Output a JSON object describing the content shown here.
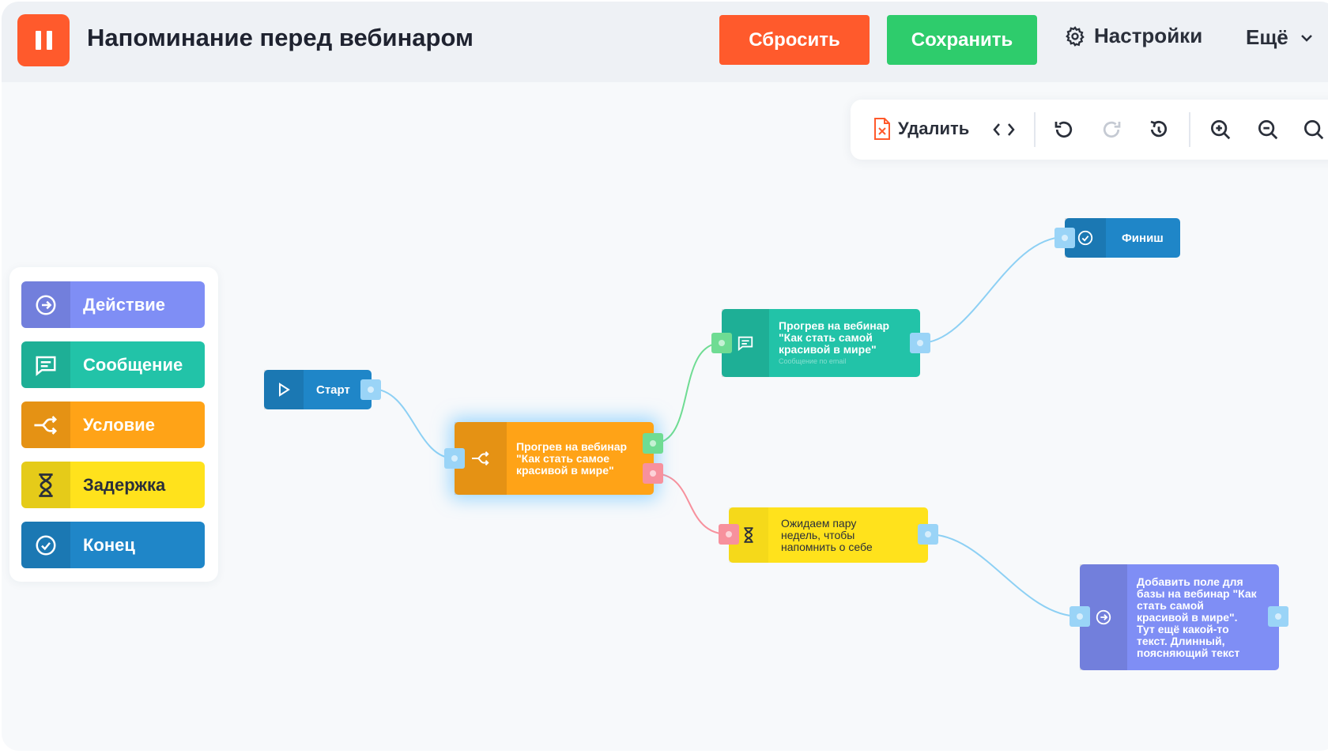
{
  "header": {
    "title": "Напоминание перед вебинаром",
    "reset_label": "Сбросить",
    "save_label": "Сохранить",
    "settings_label": "Настройки",
    "more_label": "Ещё"
  },
  "toolbar": {
    "delete_label": "Удалить"
  },
  "palette": {
    "items": [
      {
        "label": "Действие",
        "color": "#7f8ef5"
      },
      {
        "label": "Сообщение",
        "color": "#22c3a8"
      },
      {
        "label": "Условие",
        "color": "#ffa317"
      },
      {
        "label": "Задержка",
        "color": "#ffe21c"
      },
      {
        "label": "Конец",
        "color": "#1f86c8"
      }
    ]
  },
  "nodes": {
    "start": {
      "label": "Старт",
      "color": "#1f86c8"
    },
    "condition": {
      "line1": "Прогрев на вебинар",
      "line2": "\"Как стать самое",
      "line3": "красивой в мире\"",
      "color": "#ffa317"
    },
    "message": {
      "line1": "Прогрев на вебинар",
      "line2": "\"Как стать самой",
      "line3": "красивой в мире\"",
      "sub": "Сообщение по email",
      "color": "#22c3a8"
    },
    "finish": {
      "label": "Финиш",
      "color": "#1f86c8"
    },
    "delay": {
      "line1": "Ожидаем пару",
      "line2": "недель, чтобы",
      "line3": "напомнить о себе",
      "color": "#ffe21c"
    },
    "action": {
      "line1": "Добавить поле для",
      "line2": "базы на вебинар \"Как",
      "line3": "стать самой",
      "line4": "красивой в мире\".",
      "line5": "Тут ещё какой-то",
      "line6": "текст. Длинный,",
      "line7": "поясняющий текст",
      "color": "#7f8ef5"
    }
  }
}
